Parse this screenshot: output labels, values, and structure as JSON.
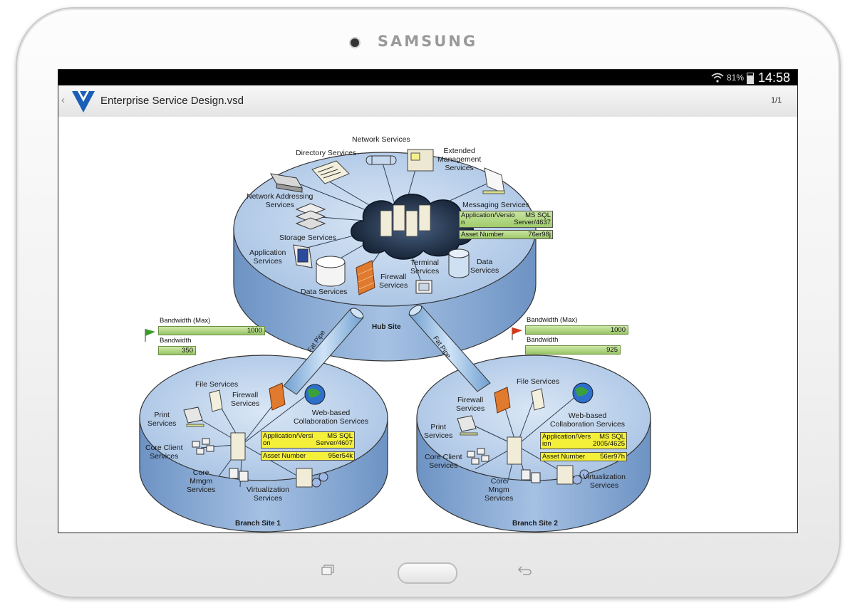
{
  "device": {
    "brand": "SAMSUNG"
  },
  "status_bar": {
    "wifi_icon": "wifi-icon",
    "battery_percent": "81%",
    "time": "14:58",
    "battery_level": 0.81
  },
  "app_bar": {
    "back_symbol": "‹",
    "filename": "Enterprise Service Design.vsd",
    "page_indicator": "1/1"
  },
  "diagram": {
    "hub": {
      "title": "Hub Site",
      "services": {
        "network": "Network Services",
        "directory": "Directory Services",
        "extended": "Extended\nManagement\nServices",
        "network_addressing": "Network Addressing\nServices",
        "messaging": "Messaging Services",
        "storage": "Storage Services",
        "application": "Application\nServices",
        "terminal": "Terminal\nServices",
        "data_right": "Data\nServices",
        "firewall": "Firewall\nServices",
        "data_left": "Data Services"
      },
      "meta": {
        "app_key": "Application/Versio\nn",
        "app_value": "MS SQL\nServer/4637",
        "asset_key": "Asset Number",
        "asset_value": "76er98j"
      }
    },
    "links": {
      "left": {
        "pipe_label": "Fat Pipe",
        "bw_max_label": "Bandwidth (Max)",
        "bw_max_value": "1000",
        "bw_label": "Bandwidth",
        "bw_value": "350",
        "flag_color": "#3a9a2a"
      },
      "right": {
        "pipe_label": "Fat Pipe",
        "bw_max_label": "Bandwidth (Max)",
        "bw_max_value": "1000",
        "bw_label": "Bandwidth",
        "bw_value": "925",
        "flag_color": "#d23a1a"
      }
    },
    "branch1": {
      "title": "Branch Site 1",
      "services": {
        "file": "File Services",
        "firewall": "Firewall\nServices",
        "web": "Web-based\nCollaboration Services",
        "print": "Print\nServices",
        "core_client": "Core Client\nServices",
        "core_mgmt": "Core\nMmgm\nServices",
        "virtualization": "Virtualization\nServices"
      },
      "meta": {
        "app_key": "Application/Versi\non",
        "app_value": "MS SQL\nServer/4607",
        "asset_key": "Asset Number",
        "asset_value": "95er54k"
      }
    },
    "branch2": {
      "title": "Branch Site 2",
      "services": {
        "file": "File Services",
        "firewall": "Firewall\nServices",
        "web": "Web-based\nCollaboration Services",
        "print": "Print\nServices",
        "core_client": "Core Client\nServices",
        "core_mgmt": "Core\nMngm\nServices",
        "virtualization": "Virtualization\nServices"
      },
      "meta": {
        "app_key": "Application/Vers\nion",
        "app_value": "MS SQL\n2005/4625",
        "asset_key": "Asset Number",
        "asset_value": "56er97h"
      }
    }
  },
  "colors": {
    "disk_top": "#b9d0ea",
    "disk_side": "#7fa3cf",
    "cloud": "#1f3048",
    "firewall": "#e07a2e",
    "meta_green": "#a9d27a",
    "meta_yellow": "#f4f03a"
  }
}
